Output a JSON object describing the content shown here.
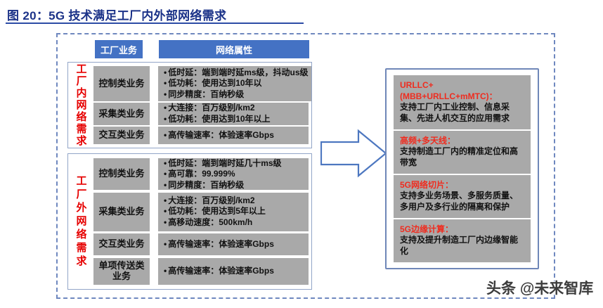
{
  "figure": {
    "title": "图 20：5G 技术满足工厂内外部网络需求"
  },
  "table": {
    "headers": {
      "business": "工厂业务",
      "attributes": "网络属性"
    },
    "groups": [
      {
        "label": "工厂内网络需求",
        "rows": [
          {
            "business": "控制类业务",
            "attributes": [
              "低时延：端到端时延ms级，抖动us级",
              "低功耗：使用达到10年以",
              "同步精度：百纳秒级"
            ]
          },
          {
            "business": "采集类业务",
            "attributes": [
              "大连接：百万级别/km2",
              "低功耗：使用达到10年以上"
            ]
          },
          {
            "business": "交互类业务",
            "attributes": [
              "高传输速率：体验速率Gbps"
            ]
          }
        ]
      },
      {
        "label": "工厂外网络需求",
        "rows": [
          {
            "business": "控制类业务",
            "attributes": [
              "低时延：端到端时延几十ms级",
              "高可靠：99.999%",
              "同步精度：百纳秒级"
            ]
          },
          {
            "business": "采集类业务",
            "attributes": [
              "大连接：百万级别/km2",
              "低功耗：使用达到5年以上",
              "高移动速度：500km/h"
            ]
          },
          {
            "business": "交互类业务",
            "attributes": [
              "高传输速率：体验速率Gbps"
            ]
          },
          {
            "business": "单项传送类业务",
            "attributes": [
              "高传输速率：体验速率Gbps"
            ]
          }
        ]
      }
    ]
  },
  "solutions": [
    {
      "title": "URLLC+(MBB+URLLC+mMTC)：",
      "body": "支持工厂内工业控制、信息采集、先进人机交互的应用需求"
    },
    {
      "title": "高频+多天线：",
      "body": "支持制造工厂内的精准定位和高带宽"
    },
    {
      "title": "5G网络切片：",
      "body": "支持多业务场景、多服务质量、多用户及多行业的隔离和保护"
    },
    {
      "title": "5G边缘计算：",
      "body": "支持及提升制造工厂内边缘智能化"
    }
  ],
  "watermark": "头条 @未来智库",
  "colors": {
    "title_blue": "#1b3288",
    "header_blue": "#4472c4",
    "cell_gray": "#a9a9a9",
    "label_red": "#e60000",
    "solution_title_red": "#ef2c1f",
    "frame_dashed_blue": "#6f88bf",
    "group_border_blue": "#92a5c8",
    "solution_border_blue": "#6f87b8"
  }
}
